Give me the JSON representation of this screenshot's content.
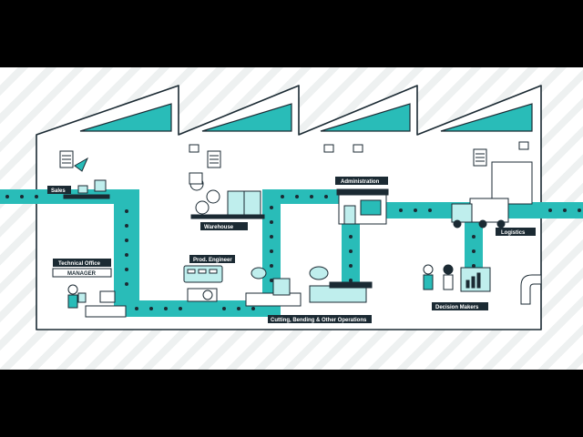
{
  "diagram": {
    "title": "",
    "labels": {
      "sales": "Sales",
      "technical_office": "Technical Office",
      "manager": "MANAGER",
      "prod_engineer": "Prod. Engineer",
      "warehouse": "Warehouse",
      "cutting": "Cutting, Bending & Other Operations",
      "administration": "Administration",
      "logistics": "Logistics",
      "decision_makers": "Decision Makers"
    },
    "colors": {
      "teal": "#29bcb8",
      "dark": "#1b2a33",
      "light_teal": "#bfeeed",
      "background": "#ffffff"
    },
    "icons": [
      "document-icon",
      "package-icon",
      "barcode-icon",
      "bulb-icon",
      "laptop-icon",
      "monitor-chart-icon",
      "truck-icon",
      "forklift-icon",
      "pipe-icon"
    ]
  }
}
